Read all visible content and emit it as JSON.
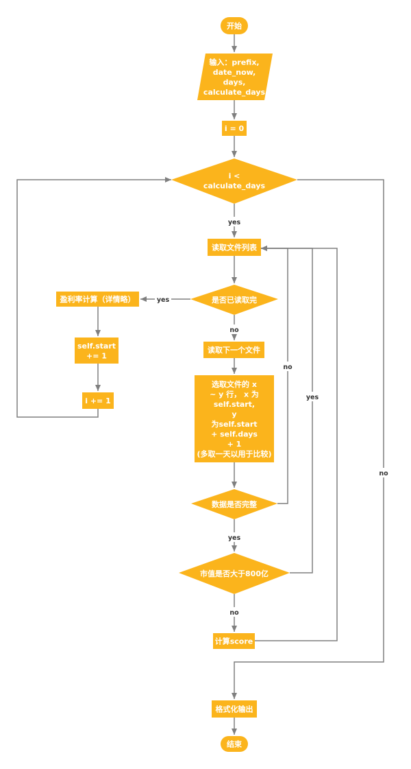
{
  "nodes": {
    "start": {
      "lines": [
        "开始"
      ]
    },
    "input": {
      "lines": [
        "输入：prefix,",
        "date_now,",
        "days,",
        "calculate_days"
      ]
    },
    "init_i": {
      "lines": [
        "i = 0"
      ]
    },
    "loop_cond": {
      "lines": [
        "i <",
        "calculate_days"
      ]
    },
    "read_list": {
      "lines": [
        "读取文件列表"
      ]
    },
    "all_read": {
      "lines": [
        "是否已读取完"
      ]
    },
    "profit_calc": {
      "lines": [
        "盈利率计算（详情略）"
      ]
    },
    "start_inc": {
      "lines": [
        "self.start",
        "+= 1"
      ]
    },
    "i_inc": {
      "lines": [
        "i += 1"
      ]
    },
    "read_next": {
      "lines": [
        "读取下一个文件"
      ]
    },
    "select_rows": {
      "lines": [
        "选取文件的 x",
        "~ y 行， x 为",
        "self.start,",
        "y",
        "为self.start",
        "+ self.days",
        "+ 1",
        "(多取一天以用于比较)"
      ]
    },
    "data_complete": {
      "lines": [
        "数据是否完整"
      ]
    },
    "market_cap": {
      "lines": [
        "市值是否大于800亿"
      ]
    },
    "calc_score": {
      "lines": [
        "计算score"
      ]
    },
    "format_output": {
      "lines": [
        "格式化输出"
      ]
    },
    "end": {
      "lines": [
        "结束"
      ]
    }
  },
  "edge_labels": {
    "loop_yes": "yes",
    "all_read_yes": "yes",
    "all_read_no": "no",
    "data_incomplete_no": "no",
    "data_complete_yes": "yes",
    "cap_yes": "yes",
    "cap_no": "no",
    "loop_no": "no"
  },
  "colors": {
    "node_fill": "#fbb41c",
    "edge": "#7f7f7f",
    "node_text": "#ffffff",
    "edge_text": "#333333"
  }
}
